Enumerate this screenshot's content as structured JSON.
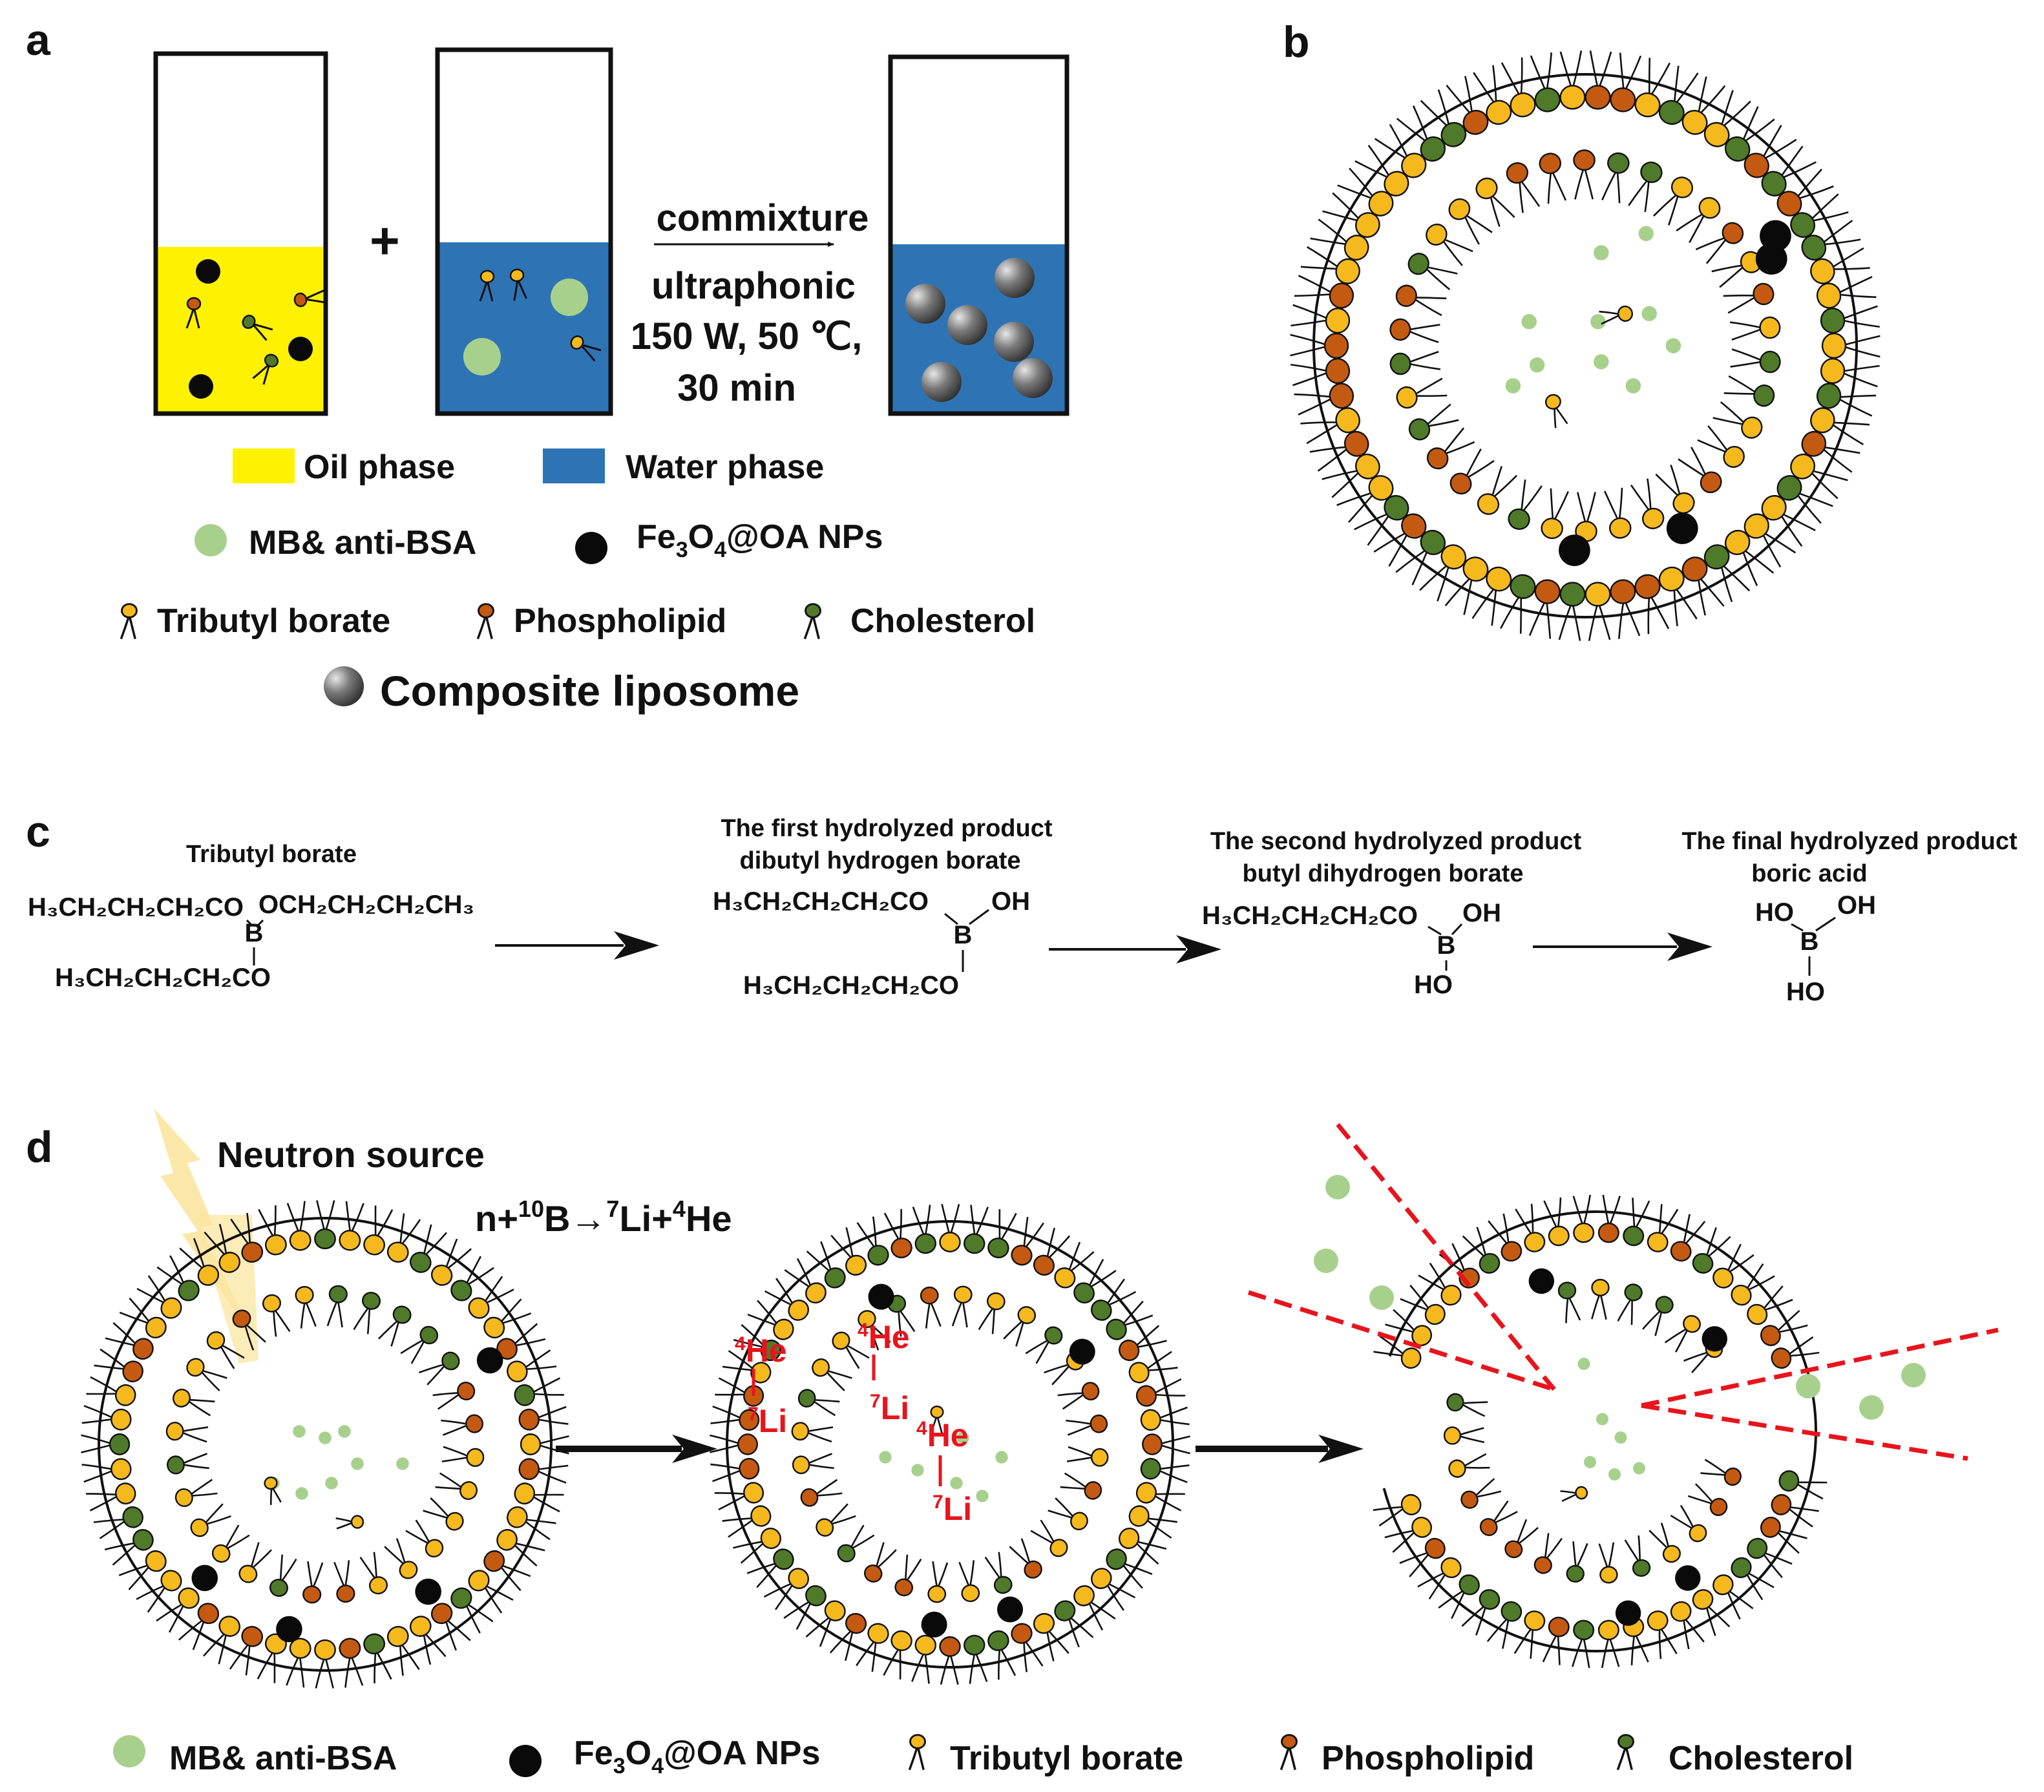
{
  "panels": {
    "a": {
      "letter": "a",
      "plus": "+",
      "arrow_text": {
        "line1": "commixture",
        "line2": "ultraphonic",
        "line3": "150 W, 50 ℃,",
        "line4": "30 min"
      },
      "legend": {
        "oil": "Oil phase",
        "water": "Water phase",
        "mb": "MB& anti-BSA",
        "fe_main": "Fe",
        "fe_sub1": "3",
        "fe_mid": "O",
        "fe_sub2": "4",
        "fe_tail": "@OA NPs",
        "tributyl": "Tributyl borate",
        "phospholipid": "Phospholipid",
        "cholesterol": "Cholesterol",
        "composite": "Composite liposome"
      }
    },
    "b": {
      "letter": "b"
    },
    "c": {
      "letter": "c",
      "steps": [
        {
          "title1": "Tributyl borate",
          "title2": ""
        },
        {
          "title1": "The first hydrolyzed product",
          "title2": "dibutyl hydrogen borate"
        },
        {
          "title1": "The second hydrolyzed product",
          "title2": "butyl dihydrogen borate"
        },
        {
          "title1": "The final hydrolyzed product",
          "title2": "boric acid"
        }
      ],
      "chem": {
        "butyl_left": "H₃CH₂CH₂CH₂CO",
        "butyl_right": "OCH₂CH₂CH₂CH₃",
        "boron": "B",
        "oh": "OH",
        "ho": "HO"
      }
    },
    "d": {
      "letter": "d",
      "neutron": "Neutron source",
      "reaction": {
        "n": "n+",
        "b_mass": "10",
        "b": "B→",
        "li_mass": "7",
        "li": "Li+",
        "he_mass": "4",
        "he": "He"
      },
      "labels": {
        "he_mass": "4",
        "he": "He",
        "li_mass": "7",
        "li": "Li"
      },
      "legend": {
        "mb": "MB& anti-BSA",
        "fe_main": "Fe",
        "fe_sub1": "3",
        "fe_mid": "O",
        "fe_sub2": "4",
        "fe_tail": "@OA NPs",
        "tributyl": "Tributyl borate",
        "phospholipid": "Phospholipid",
        "cholesterol": "Cholesterol"
      }
    }
  },
  "colors": {
    "oil": "#fff200",
    "water": "#2e74b5",
    "mb": "#a8d08d",
    "fe": "#0a0a0a",
    "tributyl": "#f5b91e",
    "phospholipid": "#c45a11",
    "cholesterol": "#4f7a2a",
    "red": "#e8141c",
    "flash": "#fbe5a0"
  },
  "icons": [
    "lightning-bolt-icon",
    "liposome-sphere-icon",
    "lipid-molecule-icon",
    "arrow-right-icon"
  ]
}
